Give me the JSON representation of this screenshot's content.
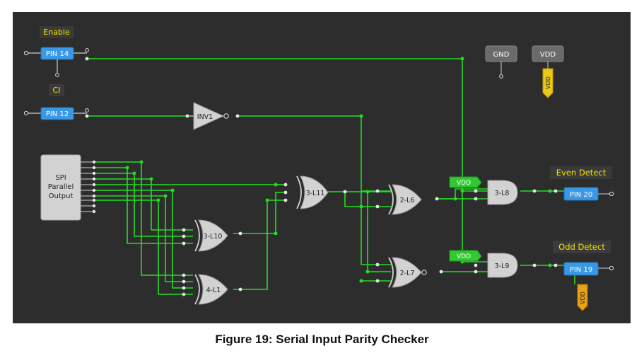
{
  "figure": {
    "caption": "Figure 19: Serial Input Parity Checker"
  },
  "colors": {
    "background": "#2d2d2d",
    "wire": "#22dd22",
    "pin_fill": "#3a98e6",
    "label_text": "#f5e400",
    "gate_fill": "#d2d2d2",
    "vdd_green": "#32c832",
    "vdd_orange": "#e8a015"
  },
  "labels": {
    "enable": "Enable",
    "ci": "CI",
    "even_detect": "Even Detect",
    "odd_detect": "Odd Detect"
  },
  "pins": {
    "pin14": "PIN 14",
    "pin12": "PIN 12",
    "pin20": "PIN 20",
    "pin19": "PIN 19"
  },
  "rails": {
    "gnd": "GND",
    "vdd": "VDD",
    "vdd_tag_top": "VDD",
    "vdd_tag_bottom": "VDD",
    "vdd_in_l8": "VDD",
    "vdd_in_l9": "VDD"
  },
  "blocks": {
    "spi_line1": "SPI",
    "spi_line2": "Parallel",
    "spi_line3": "Output",
    "inv1": "INV1",
    "l11": "3-L11",
    "l10": "3-L10",
    "l1": "4-L1",
    "l6": "2-L6",
    "l7": "2-L7",
    "l8": "3-L8",
    "l9": "3-L9"
  }
}
